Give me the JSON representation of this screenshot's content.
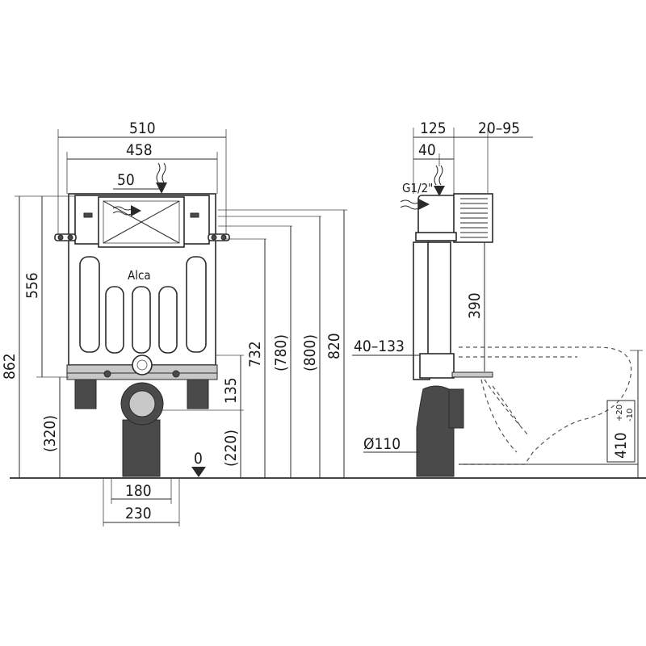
{
  "front_view": {
    "width_510": "510",
    "width_458": "458",
    "width_50": "50",
    "height_556": "556",
    "height_862": "862",
    "height_320": "(320)",
    "height_732": "732",
    "height_780": "(780)",
    "height_800": "(800)",
    "height_820": "820",
    "height_135": "135",
    "height_220": "(220)",
    "zero_mark": "0",
    "width_180": "180",
    "width_230": "230",
    "brand_logo": "Alca"
  },
  "side_view": {
    "depth_125": "125",
    "depth_20_95": "20–95",
    "depth_40": "40",
    "inlet_label": "G1/2\"",
    "height_390": "390",
    "range_40_133": "40–133",
    "diameter_110": "Ø110",
    "bowl_height": "410",
    "tol_plus": "+20",
    "tol_minus": "-10"
  },
  "colors": {
    "line": "#2a2a2a",
    "dark_pipe": "#4a4a4a",
    "light_fill": "#c8c8c8",
    "background": "#ffffff"
  }
}
